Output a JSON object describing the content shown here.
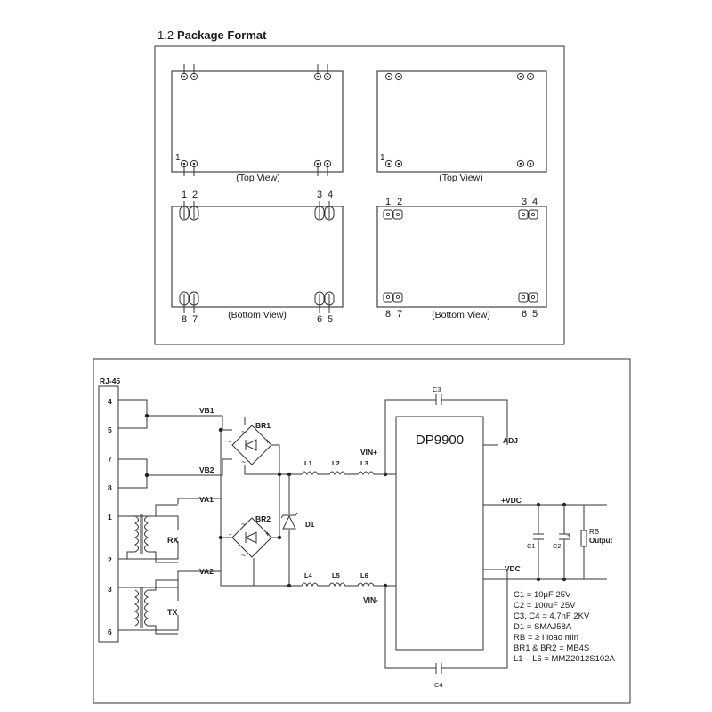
{
  "heading": {
    "number": "1.2",
    "title": "Package Format"
  },
  "package": {
    "top_view_label": "(Top View)",
    "bottom_view_label": "(Bottom View)",
    "pin1_marker": "1",
    "pin_labels": {
      "p1": "1",
      "p2": "2",
      "p3": "3",
      "p4": "4",
      "p5": "5",
      "p6": "6",
      "p7": "7",
      "p8": "8"
    }
  },
  "schematic": {
    "connector": "RJ-45",
    "pins": {
      "p4": "4",
      "p5": "5",
      "p7": "7",
      "p8": "8",
      "p1": "1",
      "p2": "2",
      "p3": "3",
      "p6": "6"
    },
    "nets": {
      "vb1": "VB1",
      "vb2": "VB2",
      "va1": "VA1",
      "va2": "VA2",
      "vin_plus": "VIN+",
      "vin_minus": "VIN-",
      "adj": "ADJ",
      "vdc_plus": "+VDC",
      "vdc_minus": "-VDC",
      "output": "Output"
    },
    "parts": {
      "br1": "BR1",
      "br2": "BR2",
      "d1": "D1",
      "l1": "L1",
      "l2": "L2",
      "l3": "L3",
      "l4": "L4",
      "l5": "L5",
      "l6": "L6",
      "c1": "C1",
      "c2": "C2",
      "c3": "C3",
      "c4": "C4",
      "rb": "RB",
      "rx": "RX",
      "tx": "TX"
    },
    "module": "DP9900",
    "bridge_marks": {
      "tilde": "~",
      "minus": "-",
      "plus": "+"
    },
    "polarity_plus": "+",
    "notes": [
      "C1 = 10μF 25V",
      "C2 = 100uF 25V",
      "C3, C4 = 4.7nF 2KV",
      "D1 = SMAJ58A",
      "RB = ≥ I load min",
      "BR1 & BR2 = MB4S",
      "L1 – L6 = MMZ2012S102A"
    ]
  }
}
